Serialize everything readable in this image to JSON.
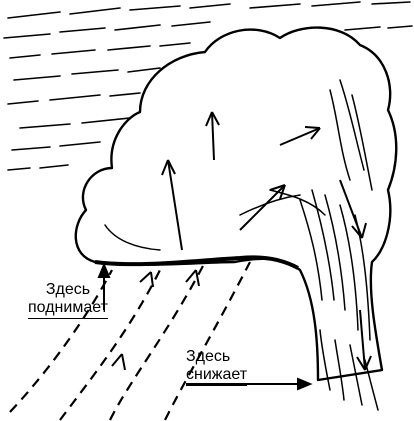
{
  "labels": {
    "rise_line1": "Здесь",
    "rise_line2": "поднимает",
    "sink_line1": "Здесь",
    "sink_line2": "снижает"
  },
  "colors": {
    "ink": "#000000",
    "background": "#ffffff"
  },
  "icons": [
    "up-arrow-icon",
    "right-arrow-icon"
  ]
}
